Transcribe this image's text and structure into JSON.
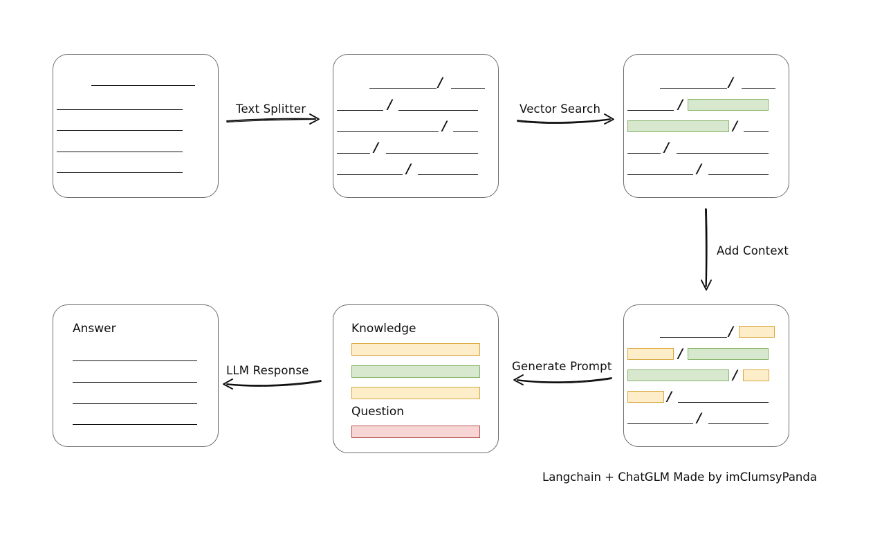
{
  "diagram": {
    "title_footer": "Langchain + ChatGLM Made by imClumsyPanda",
    "colors": {
      "box_border": "#6b6b6b",
      "line": "#0d0d0d",
      "green_fill": "#d7e8cf",
      "green_border": "#84b366",
      "yellow_fill": "#fdedc9",
      "yellow_border": "#d9a73c",
      "red_fill": "#f6d5d4",
      "red_border": "#b85450"
    }
  },
  "nodes": {
    "source_document": {
      "name": "source-document",
      "lines": [
        {
          "segments": [
            {
              "type": "line",
              "width": 150
            }
          ],
          "indent": 55
        },
        {
          "segments": [
            {
              "type": "line",
              "width": 182
            }
          ],
          "indent": 5
        },
        {
          "segments": [
            {
              "type": "line",
              "width": 182
            }
          ],
          "indent": 5
        },
        {
          "segments": [
            {
              "type": "line",
              "width": 182
            }
          ],
          "indent": 5
        },
        {
          "segments": [
            {
              "type": "line",
              "width": 182
            }
          ],
          "indent": 5
        }
      ]
    },
    "split_chunks": {
      "name": "split-chunks",
      "lines": [
        {
          "indent": 48,
          "segments": [
            {
              "type": "line",
              "width": 97
            },
            {
              "type": "slash"
            },
            {
              "type": "line",
              "width": 49
            }
          ]
        },
        {
          "indent": 4,
          "segments": [
            {
              "type": "line",
              "width": 67
            },
            {
              "type": "slash"
            },
            {
              "type": "line",
              "width": 110
            }
          ]
        },
        {
          "indent": 4,
          "segments": [
            {
              "type": "line",
              "width": 143
            },
            {
              "type": "slash"
            },
            {
              "type": "line",
              "width": 35
            }
          ]
        },
        {
          "indent": 4,
          "segments": [
            {
              "type": "line",
              "width": 48
            },
            {
              "type": "slash"
            },
            {
              "type": "line",
              "width": 129
            }
          ]
        },
        {
          "indent": 4,
          "segments": [
            {
              "type": "line",
              "width": 91
            },
            {
              "type": "slash"
            },
            {
              "type": "line",
              "width": 85
            }
          ]
        }
      ]
    },
    "vector_hits": {
      "name": "vector-search-results",
      "lines": [
        {
          "indent": 48,
          "segments": [
            {
              "type": "line",
              "width": 97
            },
            {
              "type": "slash"
            },
            {
              "type": "line",
              "width": 49
            }
          ]
        },
        {
          "indent": 4,
          "segments": [
            {
              "type": "line",
              "width": 67
            },
            {
              "type": "slash"
            },
            {
              "type": "chip",
              "color": "green",
              "width": 117
            }
          ]
        },
        {
          "indent": 4,
          "segments": [
            {
              "type": "chip",
              "color": "green",
              "width": 143
            },
            {
              "type": "slash"
            },
            {
              "type": "line",
              "width": 35
            }
          ]
        },
        {
          "indent": 4,
          "segments": [
            {
              "type": "line",
              "width": 48
            },
            {
              "type": "slash"
            },
            {
              "type": "line",
              "width": 129
            }
          ]
        },
        {
          "indent": 4,
          "segments": [
            {
              "type": "line",
              "width": 91
            },
            {
              "type": "slash"
            },
            {
              "type": "line",
              "width": 85
            }
          ]
        }
      ]
    },
    "context_added": {
      "name": "context-added-chunks",
      "lines": [
        {
          "indent": 48,
          "segments": [
            {
              "type": "line",
              "width": 97
            },
            {
              "type": "slash"
            },
            {
              "type": "chip",
              "color": "yellow",
              "width": 49
            }
          ]
        },
        {
          "indent": 4,
          "segments": [
            {
              "type": "chip",
              "color": "yellow",
              "width": 67
            },
            {
              "type": "slash"
            },
            {
              "type": "chip",
              "color": "green",
              "width": 117
            }
          ]
        },
        {
          "indent": 4,
          "segments": [
            {
              "type": "chip",
              "color": "green",
              "width": 143
            },
            {
              "type": "slash"
            },
            {
              "type": "chip",
              "color": "yellow",
              "width": 35
            }
          ]
        },
        {
          "indent": 4,
          "segments": [
            {
              "type": "chip",
              "color": "yellow",
              "width": 48
            },
            {
              "type": "slash"
            },
            {
              "type": "line",
              "width": 129
            }
          ]
        },
        {
          "indent": 4,
          "segments": [
            {
              "type": "line",
              "width": 91
            },
            {
              "type": "slash"
            },
            {
              "type": "line",
              "width": 85
            }
          ]
        }
      ]
    },
    "prompt_panel": {
      "name": "prompt-panel",
      "knowledge_label": "Knowledge",
      "question_label": "Question",
      "knowledge_bars": [
        {
          "color": "yellow",
          "width": 186
        },
        {
          "color": "green",
          "width": 186
        },
        {
          "color": "yellow",
          "width": 186
        }
      ],
      "question_bars": [
        {
          "color": "red",
          "width": 186
        }
      ]
    },
    "answer_panel": {
      "name": "answer-panel",
      "label": "Answer",
      "lines": [
        {
          "width": 180
        },
        {
          "width": 180
        },
        {
          "width": 180
        },
        {
          "width": 180
        }
      ]
    }
  },
  "edges": [
    {
      "name": "text-splitter-arrow",
      "label": "Text Splitter",
      "direction": "right"
    },
    {
      "name": "vector-search-arrow",
      "label": "Vector Search",
      "direction": "right"
    },
    {
      "name": "add-context-arrow",
      "label": "Add Context",
      "direction": "down"
    },
    {
      "name": "generate-prompt-arrow",
      "label": "Generate Prompt",
      "direction": "left"
    },
    {
      "name": "llm-response-arrow",
      "label": "LLM Response",
      "direction": "left"
    }
  ]
}
